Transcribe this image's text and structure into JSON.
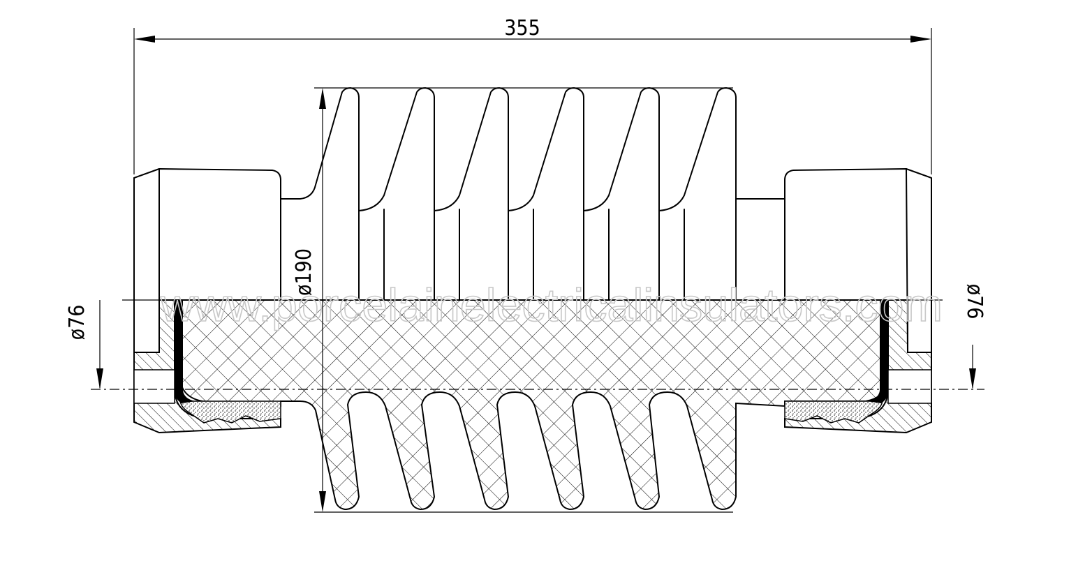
{
  "dimensions": {
    "overall_length": "355",
    "shed_diameter": "ø190",
    "bore_left": "ø76",
    "bore_right": "ø76"
  },
  "watermark": "www.porcelainelectricalinsulators.com",
  "colors": {
    "line": "#000000",
    "watermark": "#c8c8c8",
    "background": "#ffffff"
  }
}
